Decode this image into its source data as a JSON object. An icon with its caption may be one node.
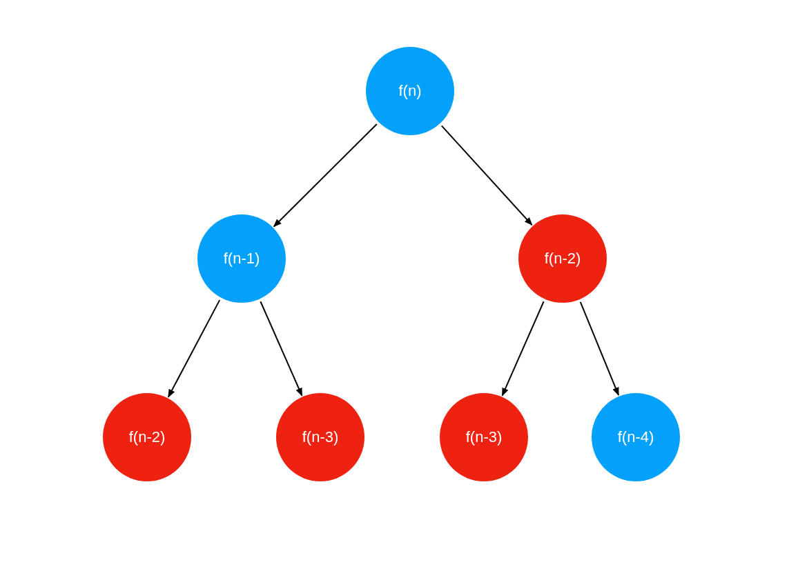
{
  "diagram": {
    "nodes": [
      {
        "text": [
          "f(n)"
        ]
      },
      {
        "text": [
          "f(n-1)"
        ]
      },
      {
        "text": [
          "f(n-2)"
        ]
      },
      {
        "text": [
          "f(n-2)"
        ]
      },
      {
        "text": [
          "f(n-3)"
        ]
      },
      {
        "text": [
          "f(n-3)"
        ]
      },
      {
        "text": [
          "f(n-4)"
        ]
      }
    ],
    "edges": [
      {
        "from": 0,
        "to": 1,
        "arrow": "to"
      },
      {
        "from": 0,
        "to": 2,
        "arrow": "to"
      },
      {
        "from": 1,
        "to": 3,
        "arrow": "to"
      },
      {
        "from": 1,
        "to": 4,
        "arrow": "to"
      },
      {
        "from": 2,
        "to": 5,
        "arrow": "to"
      },
      {
        "from": 2,
        "to": 6,
        "arrow": "to"
      }
    ]
  }
}
